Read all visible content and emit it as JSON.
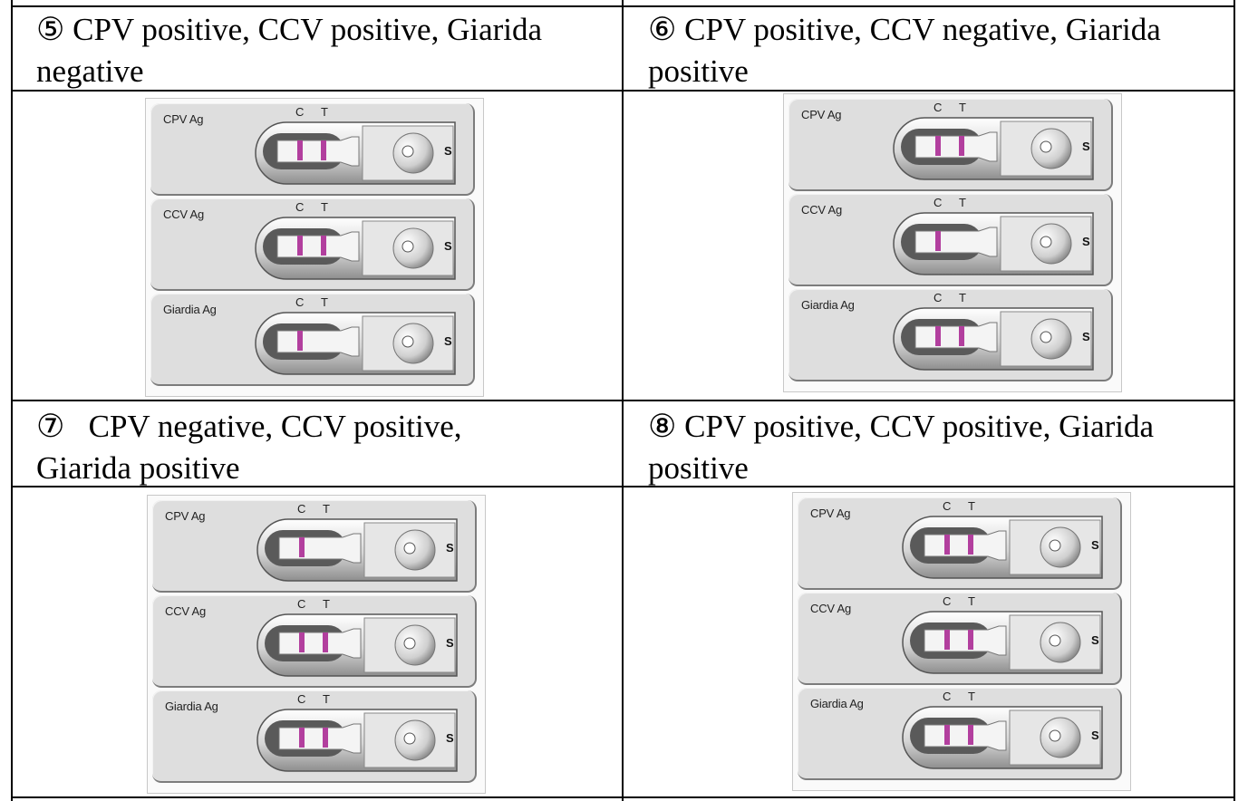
{
  "cells": [
    {
      "caption": "⑤ CPV positive, CCV positive, Giarida negative",
      "strips": [
        {
          "label": "CPV Ag",
          "c_label": "C",
          "t_label": "T",
          "control_line": true,
          "test_line": true,
          "sample_label": "S"
        },
        {
          "label": "CCV Ag",
          "c_label": "C",
          "t_label": "T",
          "control_line": true,
          "test_line": true,
          "sample_label": "S"
        },
        {
          "label": "Giardia Ag",
          "c_label": "C",
          "t_label": "T",
          "control_line": true,
          "test_line": false,
          "sample_label": "S"
        }
      ]
    },
    {
      "caption": "⑥ CPV positive, CCV negative, Giarida positive",
      "strips": [
        {
          "label": "CPV Ag",
          "c_label": "C",
          "t_label": "T",
          "control_line": true,
          "test_line": true,
          "sample_label": "S"
        },
        {
          "label": "CCV Ag",
          "c_label": "C",
          "t_label": "T",
          "control_line": true,
          "test_line": false,
          "sample_label": "S"
        },
        {
          "label": "Giardia Ag",
          "c_label": "C",
          "t_label": "T",
          "control_line": true,
          "test_line": true,
          "sample_label": "S"
        }
      ]
    },
    {
      "caption": "⑦   CPV negative, CCV positive, Giarida positive",
      "strips": [
        {
          "label": "CPV Ag",
          "c_label": "C",
          "t_label": "T",
          "control_line": true,
          "test_line": false,
          "sample_label": "S"
        },
        {
          "label": "CCV Ag",
          "c_label": "C",
          "t_label": "T",
          "control_line": true,
          "test_line": true,
          "sample_label": "S"
        },
        {
          "label": "Giardia Ag",
          "c_label": "C",
          "t_label": "T",
          "control_line": true,
          "test_line": true,
          "sample_label": "S"
        }
      ]
    },
    {
      "caption": "⑧ CPV positive, CCV positive, Giarida positive",
      "strips": [
        {
          "label": "CPV Ag",
          "c_label": "C",
          "t_label": "T",
          "control_line": true,
          "test_line": true,
          "sample_label": "S"
        },
        {
          "label": "CCV Ag",
          "c_label": "C",
          "t_label": "T",
          "control_line": true,
          "test_line": true,
          "sample_label": "S"
        },
        {
          "label": "Giardia Ag",
          "c_label": "C",
          "t_label": "T",
          "control_line": true,
          "test_line": true,
          "sample_label": "S"
        }
      ]
    }
  ],
  "colors": {
    "band": "#b23f9e",
    "strip": "#dedede",
    "border": "#000000"
  }
}
